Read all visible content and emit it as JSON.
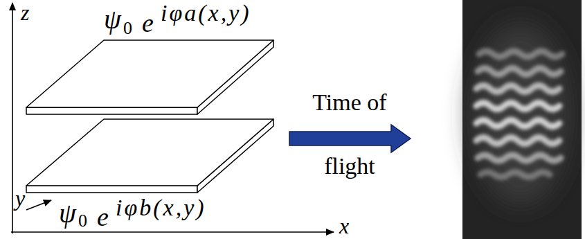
{
  "diagram": {
    "labels": [
      "z",
      "ψ",
      "0",
      "e",
      "iφa(x,y)",
      "Time of flight",
      "y",
      "ψ",
      "0",
      "e",
      "iφb(x,y)",
      "x"
    ]
  }
}
